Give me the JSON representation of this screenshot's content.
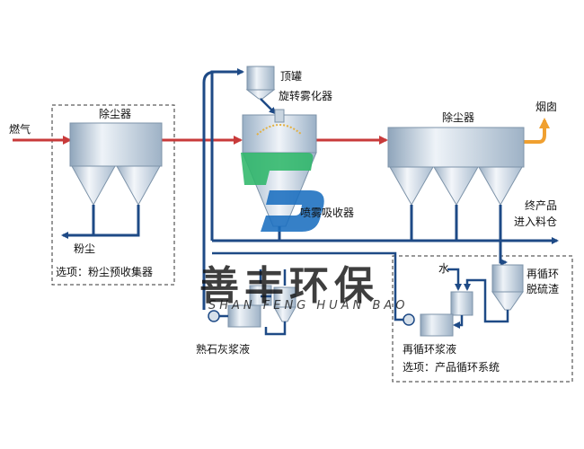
{
  "labels": {
    "flue_gas_in": "燃气",
    "dust_collector_left": "除尘器",
    "dust_out": "粉尘",
    "option_precollector": "选项：粉尘预收集器",
    "top_tank": "顶罐",
    "rotary_atomizer": "旋转雾化器",
    "spray_absorber": "喷雾吸收器",
    "dust_collector_right": "除尘器",
    "chimney": "烟囱",
    "final_product_line1": "终产品",
    "final_product_line2": "进入料仓",
    "water": "水",
    "recirc_desulf_line1": "再循环",
    "recirc_desulf_line2": "脱硫渣",
    "recirc_slurry": "再循环浆液",
    "option_recirc": "选项：产品循环系统",
    "lime_slurry": "熟石灰浆液"
  },
  "watermark": {
    "cn": "善丰环保",
    "en": "SHAN FENG HUAN BAO"
  },
  "colors": {
    "pipe_blue": "#1e4a86",
    "gas_red": "#c83a3a",
    "chimney_orange": "#f0a030",
    "vessel_light": "#dde6ef",
    "vessel_dark": "#9eb2c6",
    "logo_green": "#2fb86a",
    "logo_blue": "#1b6fc0"
  }
}
